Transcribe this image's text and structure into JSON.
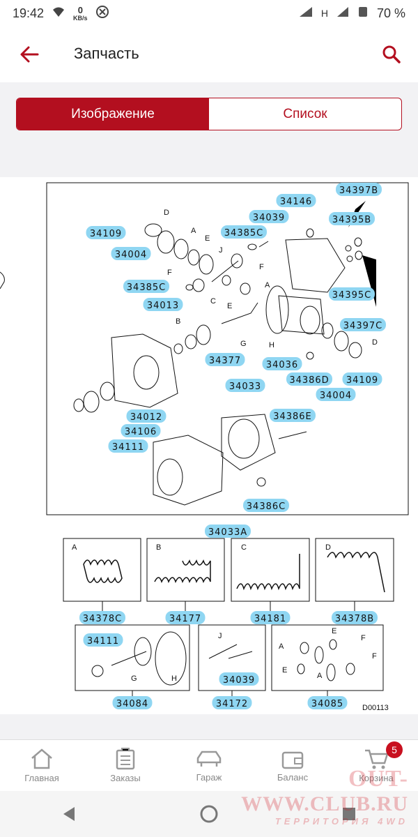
{
  "status_bar": {
    "time": "19:42",
    "kbs_value": "0",
    "kbs_unit": "KB/s",
    "network": "H",
    "battery": "70 %",
    "icons": [
      "wifi-icon",
      "blocked-icon",
      "signal-icon",
      "alarm-icon",
      "battery-icon"
    ]
  },
  "app_bar": {
    "title": "Запчасть",
    "back_icon": "back-arrow-icon",
    "search_icon": "search-icon"
  },
  "view_toggle": {
    "active": "Изображение",
    "inactive": "Список"
  },
  "diagram": {
    "main_labels": [
      "34397B",
      "34146",
      "34039",
      "34395B",
      "34109",
      "34385C",
      "34004",
      "34385C",
      "34013",
      "34395C",
      "34397C",
      "34377",
      "34036",
      "34386D",
      "34109",
      "34004",
      "34033",
      "34386E",
      "34012",
      "34106",
      "34111",
      "34386C",
      "34033A"
    ],
    "letters": [
      "D",
      "A",
      "E",
      "J",
      "F",
      "F",
      "A",
      "E",
      "C",
      "B",
      "G",
      "H",
      "D"
    ],
    "boxes": [
      {
        "letter": "A",
        "part": "34378C"
      },
      {
        "letter": "B",
        "part": "34177"
      },
      {
        "letter": "C",
        "part": "34181"
      },
      {
        "letter": "D",
        "part": "34378B"
      }
    ],
    "lower_boxes": [
      {
        "part": "34084",
        "inner": "34111",
        "letters": [
          "G",
          "H"
        ]
      },
      {
        "part": "34172",
        "inner": "34039",
        "letters": [
          "J"
        ]
      },
      {
        "part": "34085",
        "letters": [
          "E",
          "F",
          "A",
          "F",
          "E",
          "A"
        ]
      }
    ],
    "code": "D00113"
  },
  "bottom_nav": [
    {
      "label": "Главная",
      "icon": "home-icon"
    },
    {
      "label": "Заказы",
      "icon": "clipboard-icon"
    },
    {
      "label": "Гараж",
      "icon": "car-icon"
    },
    {
      "label": "Баланс",
      "icon": "wallet-icon"
    },
    {
      "label": "Корзина",
      "icon": "cart-icon",
      "badge": "5"
    }
  ],
  "watermark": {
    "line1": "OUT-",
    "line2": "WWW.CLUB.RU",
    "line3": "ТЕРРИТОРИЯ 4WD"
  },
  "colors": {
    "accent": "#b30f1f",
    "highlight": "#8fd6f2",
    "nav_gray": "#888888"
  }
}
